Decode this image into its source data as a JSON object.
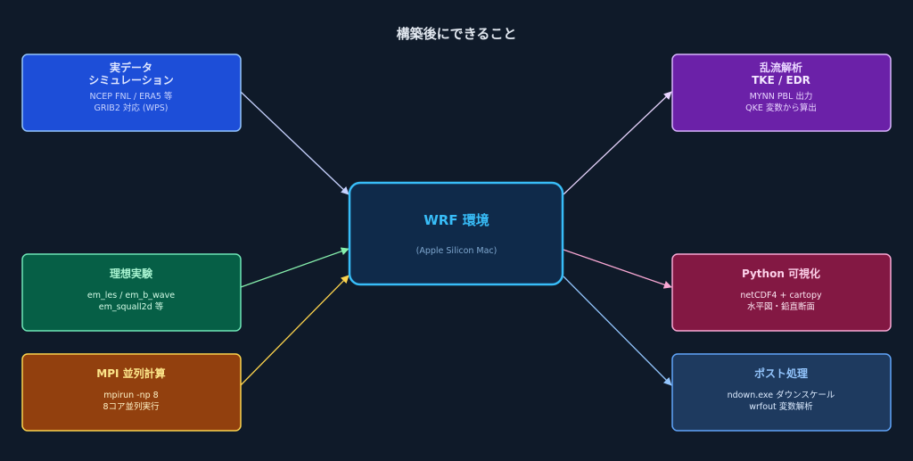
{
  "title": "構築後にできること",
  "center": {
    "title": "WRF 環境",
    "subtitle": "(Apple Silicon Mac)"
  },
  "boxes": {
    "real": {
      "title1": "実データ",
      "title2": "シミュレーション",
      "line1": "NCEP FNL / ERA5 等",
      "line2": "GRIB2 対応 (WPS)"
    },
    "ideal": {
      "title": "理想実験",
      "line1": "em_les / em_b_wave",
      "line2": "em_squall2d 等"
    },
    "mpi": {
      "title": "MPI 並列計算",
      "line1": "mpirun -np 8",
      "line2": "8コア並列実行"
    },
    "turb": {
      "title1": "乱流解析",
      "title2": "TKE / EDR",
      "line1": "MYNN PBL 出力",
      "line2": "QKE 変数から算出"
    },
    "python": {
      "title": "Python 可視化",
      "line1": "netCDF4 + cartopy",
      "line2": "水平図・鉛直断面"
    },
    "post": {
      "title": "ポスト処理",
      "line1": "ndown.exe ダウンスケール",
      "line2": "wrfout 変数解析"
    }
  },
  "colors": {
    "background": "#0f1a29",
    "accent": "#38bdf8"
  }
}
